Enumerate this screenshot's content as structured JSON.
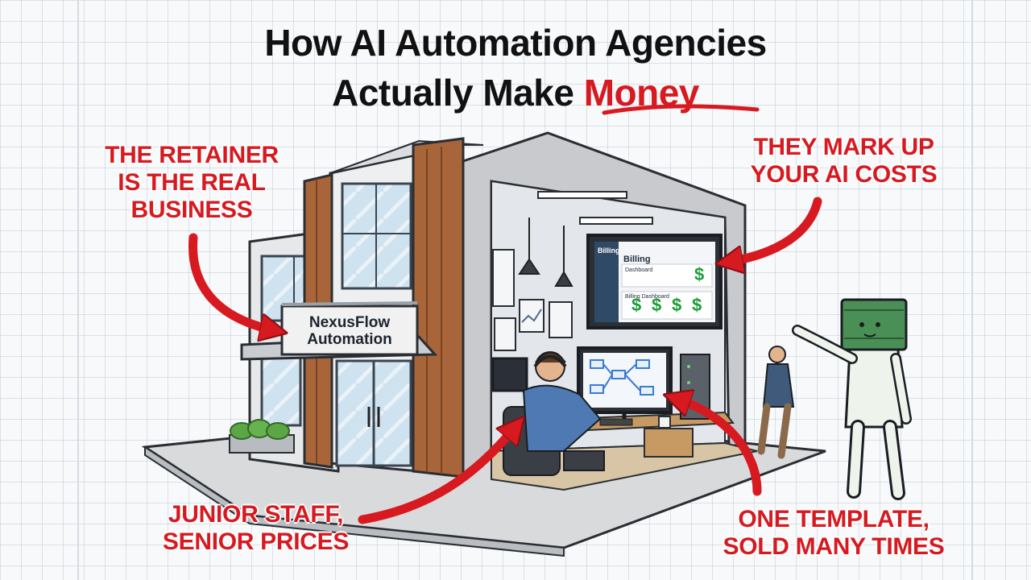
{
  "title": {
    "line1": "How AI Automation Agencies",
    "line2_prefix": "Actually Make ",
    "line2_accent": "Money"
  },
  "callouts": {
    "retainer": [
      "THE RETAINER",
      "IS THE REAL",
      "BUSINESS"
    ],
    "markup": [
      "THEY MARK UP",
      "YOUR AI COSTS"
    ],
    "junior": [
      "JUNIOR STAFF,",
      "SENIOR PRICES"
    ],
    "template": [
      "ONE TEMPLATE,",
      "SOLD MANY TIMES"
    ]
  },
  "sign": {
    "line1": "NexusFlow",
    "line2": "Automation"
  },
  "monitor": {
    "app": "Billing",
    "heading": "Billing",
    "row1": "Dashboard",
    "row2": "Billing Dashboard",
    "symbol": "$"
  },
  "colors": {
    "accent": "#d71920",
    "title": "#111111",
    "money": "#1f9d3a",
    "wood": "#a8653a"
  }
}
